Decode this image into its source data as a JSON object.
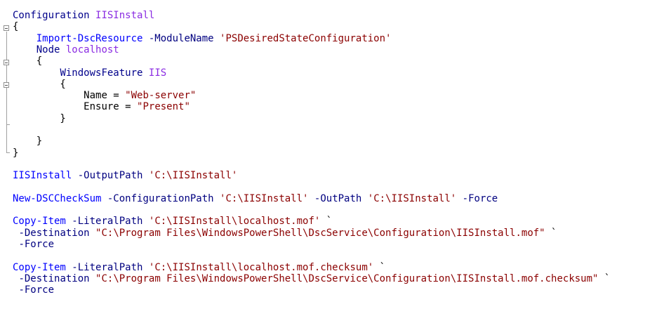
{
  "editor": {
    "lines": [
      [
        {
          "t": "Configuration",
          "c": "kw"
        },
        {
          "t": " ",
          "c": "pu"
        },
        {
          "t": "IISInstall",
          "c": "nm"
        }
      ],
      [
        {
          "t": "{",
          "c": "pu"
        }
      ],
      [
        {
          "t": "    ",
          "c": "pu"
        },
        {
          "t": "Import-DscResource",
          "c": "cm"
        },
        {
          "t": " ",
          "c": "pu"
        },
        {
          "t": "-ModuleName",
          "c": "pr"
        },
        {
          "t": " ",
          "c": "pu"
        },
        {
          "t": "'PSDesiredStateConfiguration'",
          "c": "st"
        }
      ],
      [
        {
          "t": "    ",
          "c": "pu"
        },
        {
          "t": "Node",
          "c": "kw"
        },
        {
          "t": " ",
          "c": "pu"
        },
        {
          "t": "localhost",
          "c": "nm"
        }
      ],
      [
        {
          "t": "    {",
          "c": "pu"
        }
      ],
      [
        {
          "t": "        ",
          "c": "pu"
        },
        {
          "t": "WindowsFeature",
          "c": "kw"
        },
        {
          "t": " ",
          "c": "pu"
        },
        {
          "t": "IIS",
          "c": "nm"
        }
      ],
      [
        {
          "t": "        {",
          "c": "pu"
        }
      ],
      [
        {
          "t": "            ",
          "c": "pu"
        },
        {
          "t": "Name",
          "c": "pu"
        },
        {
          "t": " = ",
          "c": "pu"
        },
        {
          "t": "\"Web-server\"",
          "c": "st"
        }
      ],
      [
        {
          "t": "            ",
          "c": "pu"
        },
        {
          "t": "Ensure",
          "c": "pu"
        },
        {
          "t": " = ",
          "c": "pu"
        },
        {
          "t": "\"Present\"",
          "c": "st"
        }
      ],
      [
        {
          "t": "        }",
          "c": "pu"
        }
      ],
      [
        {
          "t": "",
          "c": "pu"
        }
      ],
      [
        {
          "t": "    }",
          "c": "pu"
        }
      ],
      [
        {
          "t": "}",
          "c": "pu"
        }
      ],
      [
        {
          "t": "",
          "c": "pu"
        }
      ],
      [
        {
          "t": "IISInstall",
          "c": "cm"
        },
        {
          "t": " ",
          "c": "pu"
        },
        {
          "t": "-OutputPath",
          "c": "pr"
        },
        {
          "t": " ",
          "c": "pu"
        },
        {
          "t": "'C:\\IISInstall'",
          "c": "st"
        }
      ],
      [
        {
          "t": "",
          "c": "pu"
        }
      ],
      [
        {
          "t": "New-DSCCheckSum",
          "c": "cm"
        },
        {
          "t": " ",
          "c": "pu"
        },
        {
          "t": "-ConfigurationPath",
          "c": "pr"
        },
        {
          "t": " ",
          "c": "pu"
        },
        {
          "t": "'C:\\IISInstall'",
          "c": "st"
        },
        {
          "t": " ",
          "c": "pu"
        },
        {
          "t": "-OutPath",
          "c": "pr"
        },
        {
          "t": " ",
          "c": "pu"
        },
        {
          "t": "'C:\\IISInstall'",
          "c": "st"
        },
        {
          "t": " ",
          "c": "pu"
        },
        {
          "t": "-Force",
          "c": "pr"
        }
      ],
      [
        {
          "t": "",
          "c": "pu"
        }
      ],
      [
        {
          "t": "Copy-Item",
          "c": "cm"
        },
        {
          "t": " ",
          "c": "pu"
        },
        {
          "t": "-LiteralPath",
          "c": "pr"
        },
        {
          "t": " ",
          "c": "pu"
        },
        {
          "t": "'C:\\IISInstall\\localhost.mof'",
          "c": "st"
        },
        {
          "t": " `",
          "c": "pu"
        }
      ],
      [
        {
          "t": " ",
          "c": "pu"
        },
        {
          "t": "-Destination",
          "c": "pr"
        },
        {
          "t": " ",
          "c": "pu"
        },
        {
          "t": "\"C:\\Program Files\\WindowsPowerShell\\DscService\\Configuration\\IISInstall.mof\"",
          "c": "st"
        },
        {
          "t": " `",
          "c": "pu"
        }
      ],
      [
        {
          "t": " ",
          "c": "pu"
        },
        {
          "t": "-Force",
          "c": "pr"
        }
      ],
      [
        {
          "t": "",
          "c": "pu"
        }
      ],
      [
        {
          "t": "Copy-Item",
          "c": "cm"
        },
        {
          "t": " ",
          "c": "pu"
        },
        {
          "t": "-LiteralPath",
          "c": "pr"
        },
        {
          "t": " ",
          "c": "pu"
        },
        {
          "t": "'C:\\IISInstall\\localhost.mof.checksum'",
          "c": "st"
        },
        {
          "t": " `",
          "c": "pu"
        }
      ],
      [
        {
          "t": " ",
          "c": "pu"
        },
        {
          "t": "-Destination",
          "c": "pr"
        },
        {
          "t": " ",
          "c": "pu"
        },
        {
          "t": "\"C:\\Program Files\\WindowsPowerShell\\DscService\\Configuration\\IISInstall.mof.checksum\"",
          "c": "st"
        },
        {
          "t": " `",
          "c": "pu"
        }
      ],
      [
        {
          "t": " ",
          "c": "pu"
        },
        {
          "t": "-Force",
          "c": "pr"
        }
      ]
    ]
  },
  "colors": {
    "keyword": "#00008b",
    "name": "#8a2be2",
    "command": "#0000ff",
    "parameter": "#000080",
    "string": "#8b0000",
    "plain": "#000000"
  },
  "icons": [
    "fold-collapse-icon"
  ]
}
